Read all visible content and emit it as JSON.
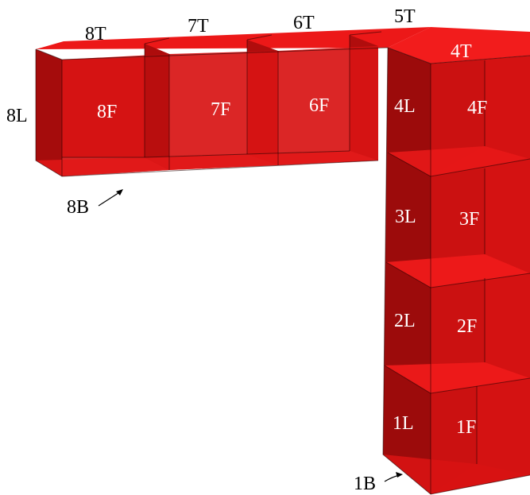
{
  "colors": {
    "front": "#d81212",
    "top": "#ec1a1a",
    "left": "#a20b0b",
    "inner_dark": "#8e0a0a",
    "inner_light": "#e41616",
    "floor": "#f01c1c",
    "edge": "#1a0000"
  },
  "labels": {
    "top_8": "8T",
    "top_7": "7T",
    "top_6": "6T",
    "top_5": "5T",
    "top_4": "4T",
    "left_8": "8L",
    "front_8": "8F",
    "front_7": "7F",
    "front_6": "6F",
    "front_4": "4F",
    "left_4": "4L",
    "front_3": "3F",
    "left_3": "3L",
    "front_2": "2F",
    "left_2": "2L",
    "front_1": "1F",
    "left_1": "1L",
    "bottom_8": "8B",
    "bottom_1": "1B"
  }
}
